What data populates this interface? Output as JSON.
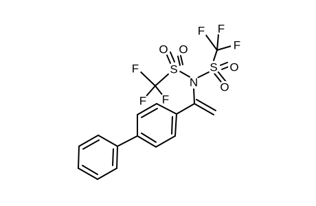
{
  "molecule": {
    "atoms": {
      "n": "N",
      "s_left": "S",
      "s_right": "S",
      "o1": "O",
      "o2": "O",
      "o3": "O",
      "o4": "O",
      "f1": "F",
      "f2": "F",
      "f3": "F",
      "f4": "F",
      "f5": "F",
      "f6": "F"
    }
  },
  "colors": {
    "bond": "#000000",
    "background": "#ffffff"
  }
}
